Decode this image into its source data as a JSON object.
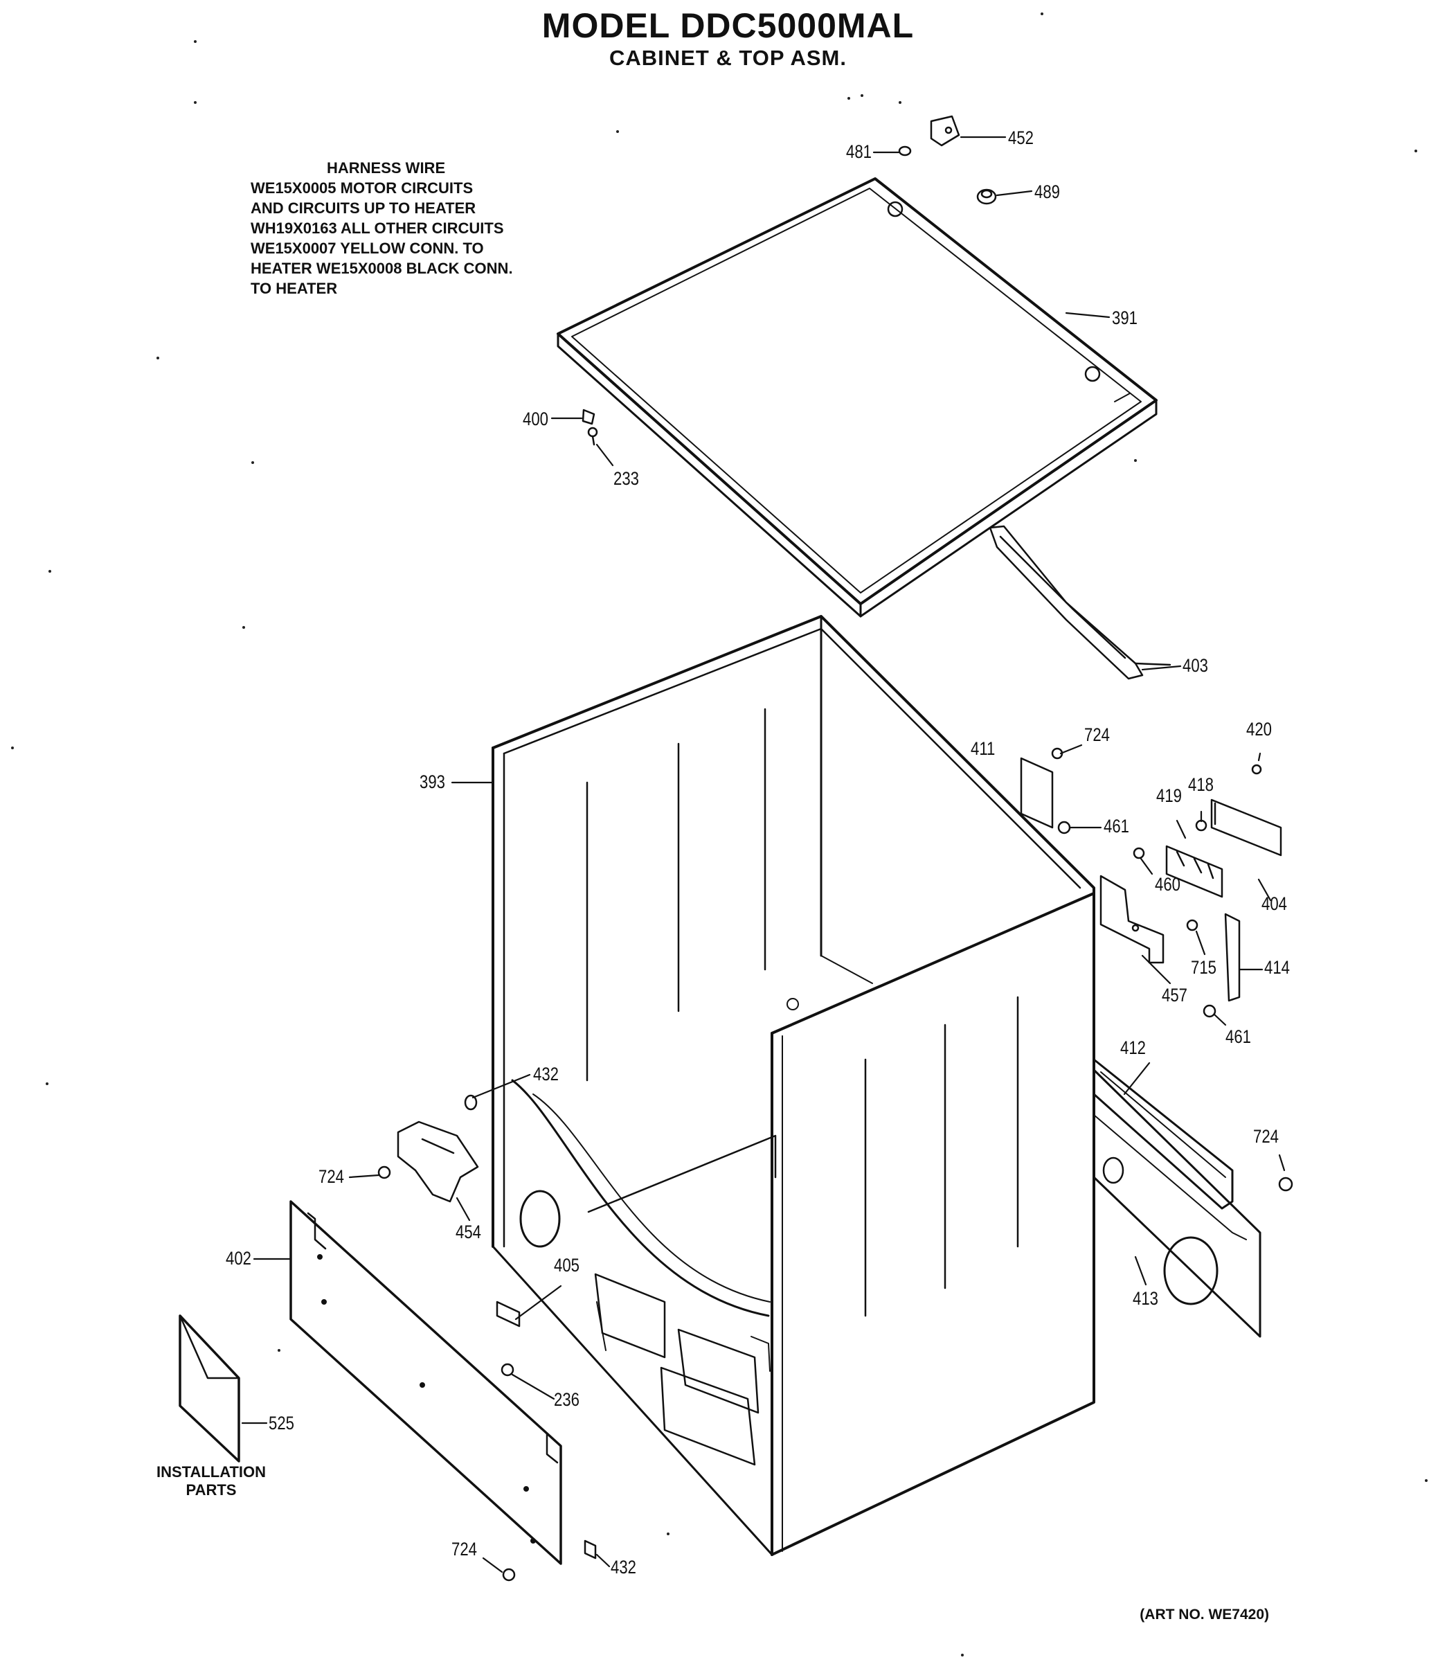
{
  "title": "MODEL DDC5000MAL",
  "subtitle": "CABINET & TOP ASM.",
  "harness_note": {
    "heading": "HARNESS WIRE",
    "lines": [
      "WE15X0005 MOTOR CIRCUITS",
      "AND CIRCUITS UP TO HEATER",
      "WH19X0163 ALL OTHER CIRCUITS",
      "WE15X0007 YELLOW CONN. TO",
      "HEATER WE15X0008 BLACK CONN.",
      "TO HEATER"
    ]
  },
  "installation_label": [
    "INSTALLATION",
    "PARTS"
  ],
  "art_number": "(ART NO. WE7420)",
  "callouts": {
    "p481": "481",
    "p452": "452",
    "p489": "489",
    "p391": "391",
    "p400": "400",
    "p233": "233",
    "p403": "403",
    "p393": "393",
    "p724a": "724",
    "p411": "411",
    "p420": "420",
    "p418": "418",
    "p419": "419",
    "p461a": "461",
    "p460": "460",
    "p404": "404",
    "p715": "715",
    "p414": "414",
    "p457": "457",
    "p461b": "461",
    "p412": "412",
    "p432a": "432",
    "p724b": "724",
    "p724c": "724",
    "p454": "454",
    "p402": "402",
    "p413": "413",
    "p405": "405",
    "p236": "236",
    "p525": "525",
    "p724d": "724",
    "p432b": "432"
  }
}
